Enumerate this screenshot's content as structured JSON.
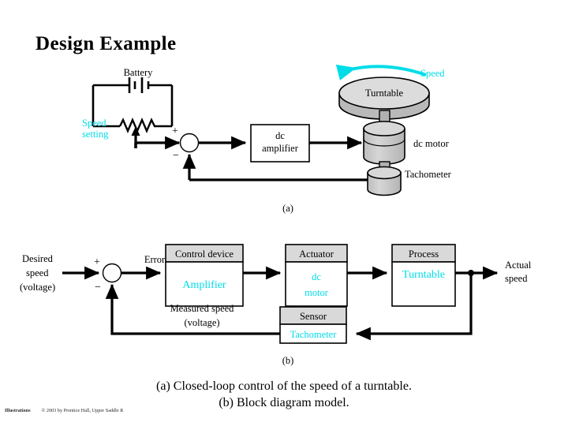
{
  "slide": {
    "title": "Design Example",
    "background": "#ffffff",
    "accent_cyan": "#00dde8",
    "header_fill": "#d9d9d9",
    "body_fill": "#ffffff",
    "metal_fill": "#c9c9c9",
    "metal_light": "#d9d9d9"
  },
  "figure_a": {
    "panel_label": "(a)",
    "labels": {
      "battery": "Battery",
      "speed_setting": "Speed\nsetting",
      "speed_setting_line1": "Speed",
      "speed_setting_line2": "setting",
      "amplifier_line1": "dc",
      "amplifier_line2": "amplifier",
      "turntable": "Turntable",
      "speed_arrow": "Speed",
      "dc_motor": "dc motor",
      "tachometer": "Tachometer",
      "plus": "+",
      "minus": "−"
    }
  },
  "figure_b": {
    "panel_label": "(b)",
    "input_label_line1": "Desired",
    "input_label_line2": "speed",
    "input_label_line3": "(voltage)",
    "error_label": "Error",
    "feedback_label_line1": "Measured speed",
    "feedback_label_line2": "(voltage)",
    "output_label_line1": "Actual",
    "output_label_line2": "speed",
    "sum_plus": "+",
    "sum_minus": "−",
    "blocks": [
      {
        "header": "Control device",
        "body": "Amplifier",
        "body_line2": ""
      },
      {
        "header": "Actuator",
        "body": "dc",
        "body_line2": "motor"
      },
      {
        "header": "Process",
        "body": "Turntable",
        "body_line2": ""
      },
      {
        "header": "Sensor",
        "body": "Tachometer",
        "body_line2": ""
      }
    ]
  },
  "caption": {
    "line_a": "(a) Closed-loop control of the speed of a turntable.",
    "line_b": "(b) Block diagram model."
  },
  "footer": {
    "left": "Illustrations",
    "right": "© 2003 by Prentice Hall, Upper Saddle R"
  }
}
